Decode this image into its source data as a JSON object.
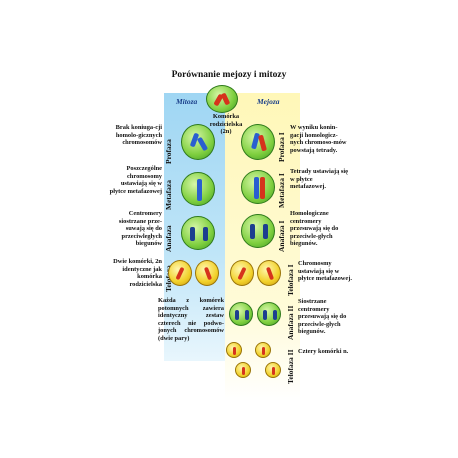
{
  "title": "Porównanie mejozy i mitozy",
  "columns": {
    "mitoza": "Mitoza",
    "mejoza": "Mejoza"
  },
  "parent_cell": "Komórka rodzicielska (2n)",
  "phases_mitoza": [
    "Profaza",
    "Metafaza",
    "Anafaza",
    "Telofaza"
  ],
  "phases_mejoza": [
    "Profaza I",
    "Metafaza I",
    "Anafaza I",
    "Telofaza I",
    "Anafaza II",
    "Telofaza II"
  ],
  "left_descriptions": [
    "Brak koniuga-cji homolo-gicznych chromosomów",
    "Poszczególne chromosomy ustawiają się w płytce metafazowej",
    "Centromery siostrzane prze-suwają się do przeciwległych biegunów",
    "Dwie komórki, 2n identyczne jak komórka rodzicielska"
  ],
  "right_descriptions": [
    "W wyniku konin-gacji homologicz-nych chromoso-mów powstają tetrady.",
    "Tetrady ustawiają się w płytce metafazowej.",
    "Homologiczne centromery przesuwają się do przeciwle-głych biegunów.",
    "Chromosmy ustawiają się w płytce metafazowej.",
    "Siostrzane centromery przesuwają się do przeciwle-głych biegunów.",
    "Cztery komórki n."
  ],
  "center_note": "Każda z komórek potomnych zawiera identyczny zestaw czterech nie podwo-jonych chromosomów (dwie pary)"
}
